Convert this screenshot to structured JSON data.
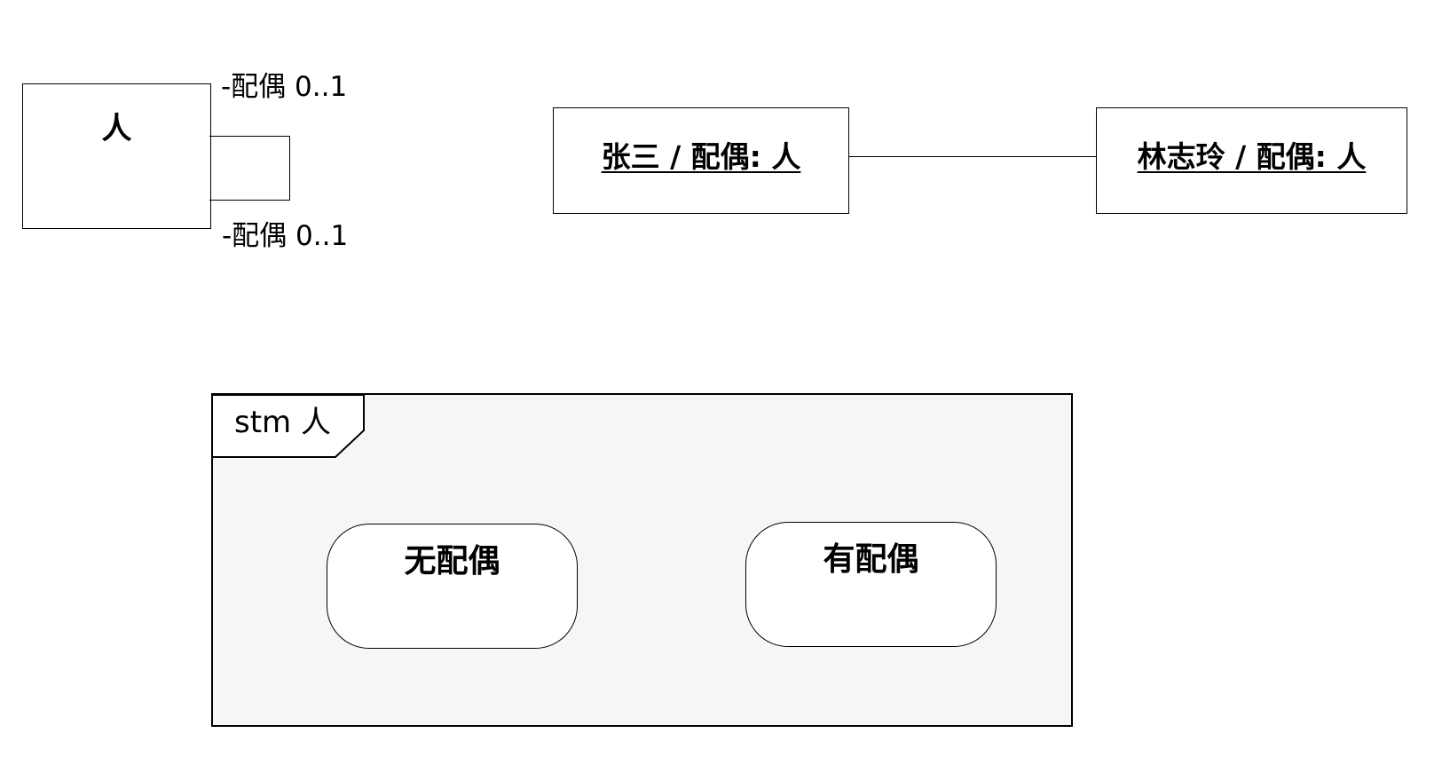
{
  "class_diagram": {
    "class_name": "人",
    "role_top": "-配偶 0..1",
    "role_bottom": "-配偶 0..1"
  },
  "object_diagram": {
    "objects": [
      {
        "label": "张三 / 配偶: 人"
      },
      {
        "label": "林志玲 / 配偶: 人"
      }
    ]
  },
  "state_machine": {
    "frame_title": "stm 人",
    "states": [
      {
        "name": "无配偶"
      },
      {
        "name": "有配偶"
      }
    ]
  }
}
